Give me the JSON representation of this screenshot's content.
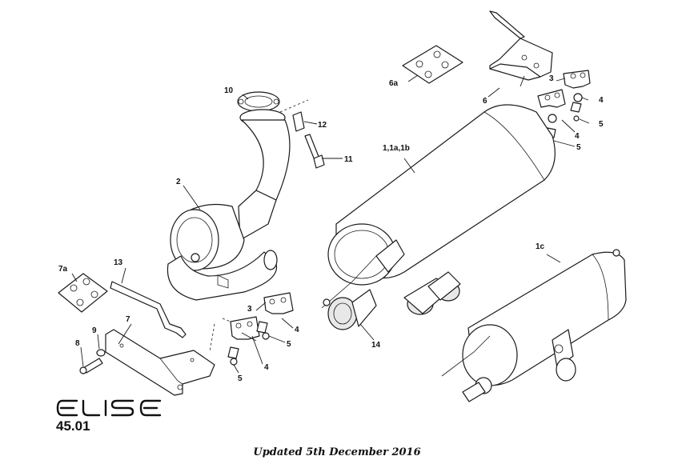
{
  "brand": {
    "name": "ELISE",
    "page_code": "45.01"
  },
  "footer": {
    "updated": "Updated 5th December 2016"
  },
  "labels": {
    "main_silencer": "1,1a,1b",
    "alt_silencer": "1c",
    "catalyst": "2",
    "clamp_upper": "3",
    "clamp_lower": "3",
    "bracket_bolt_upper_a": "4",
    "bracket_bolt_upper_b": "4",
    "bracket_bolt_lower_a": "4",
    "bracket_bolt_lower_b": "4",
    "screw_upper_a": "5",
    "screw_upper_b": "5",
    "screw_lower_a": "5",
    "screw_lower_b": "5",
    "hanger_bracket": "6",
    "mount_plate_upper": "6a",
    "heat_shield": "7",
    "mount_plate_lower": "7a",
    "bolt": "8",
    "washer": "9",
    "gasket": "10",
    "stud": "11",
    "nut": "12",
    "strap": "13",
    "tailpipe_trim": "14"
  }
}
